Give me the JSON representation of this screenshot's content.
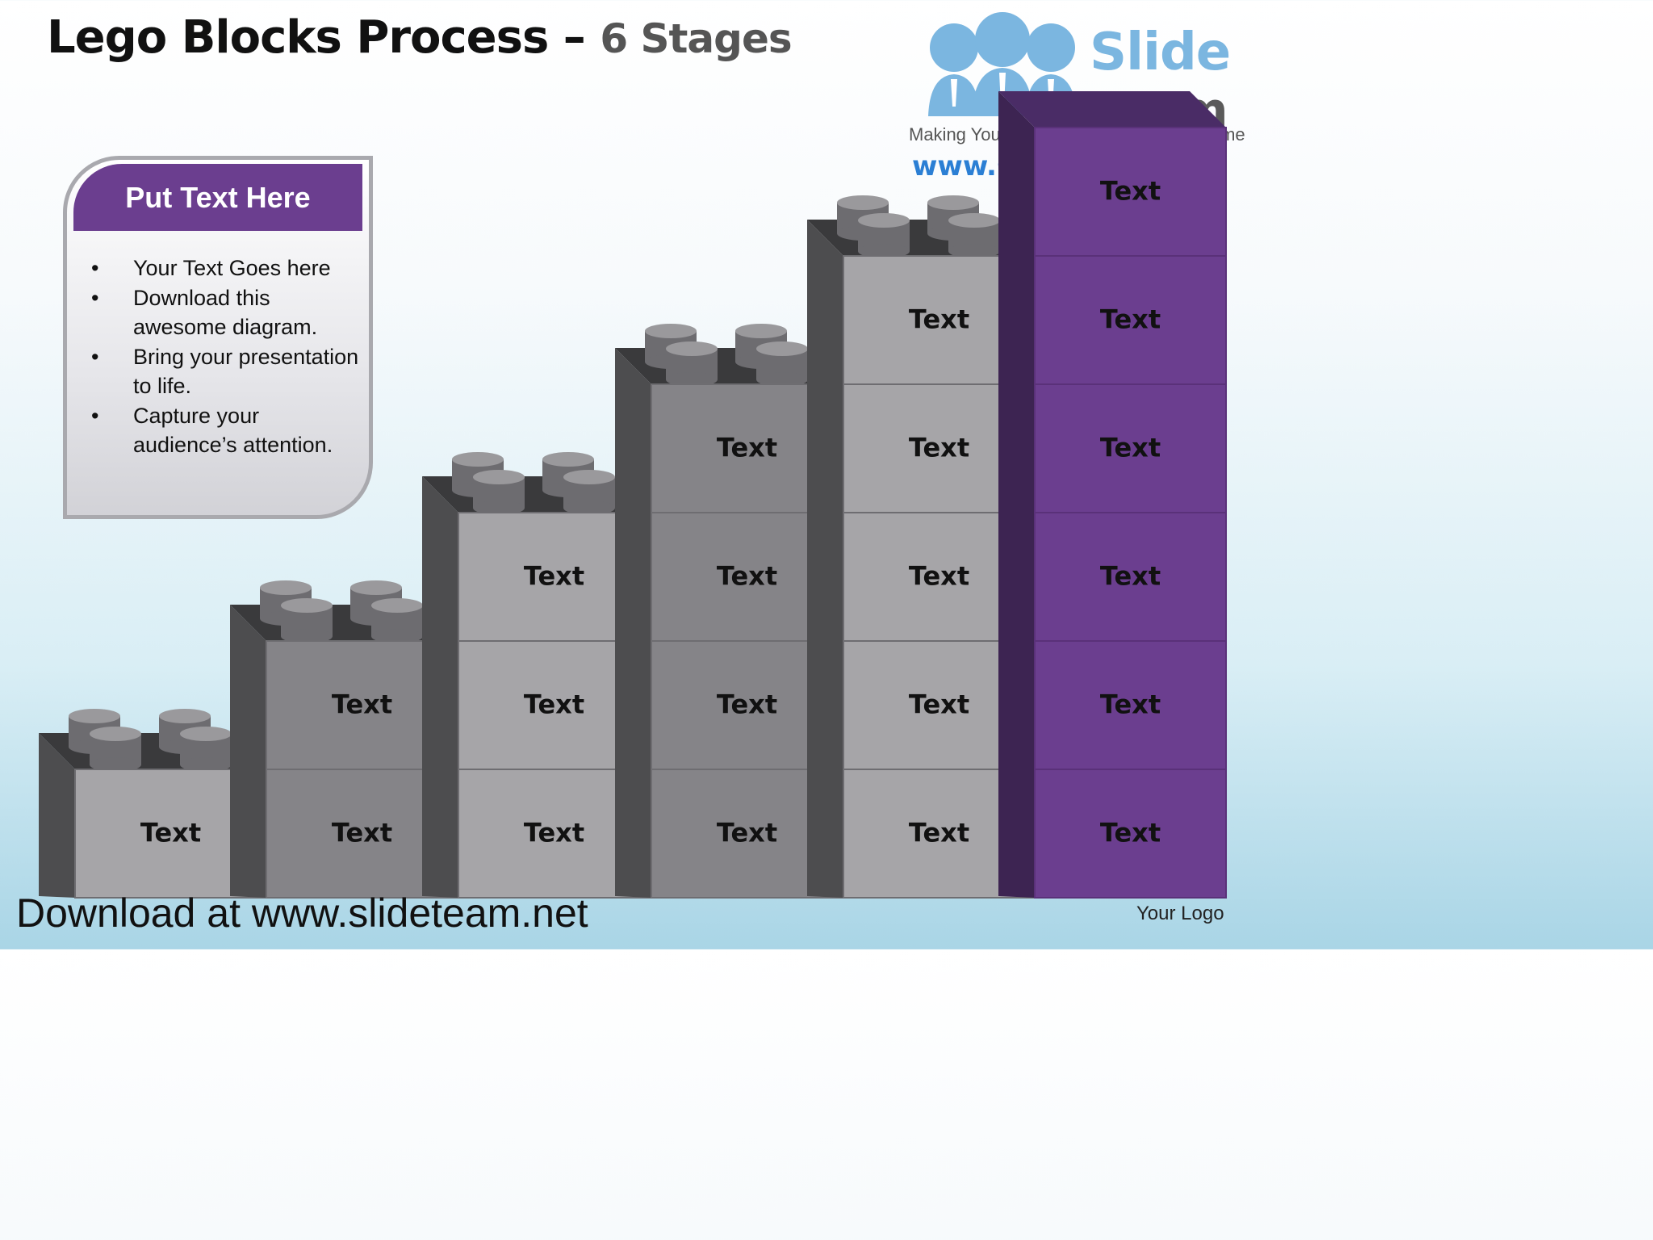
{
  "title": {
    "main": "Lego Blocks Process –",
    "sub": "6 Stages"
  },
  "logo": {
    "word1": "Slide",
    "word2": "Team",
    "tagline": "Making Your Presentations Look Awesome",
    "url": "www.slideteam.net"
  },
  "callout": {
    "heading": "Put Text Here",
    "bullets": [
      "Your Text Goes here",
      "Download this awesome diagram.",
      "Bring your presentation to life.",
      "Capture your audience’s attention."
    ]
  },
  "diagram": {
    "stages": [
      {
        "blocks": [
          "Text"
        ]
      },
      {
        "blocks": [
          "Text",
          "Text"
        ]
      },
      {
        "blocks": [
          "Text",
          "Text",
          "Text"
        ]
      },
      {
        "blocks": [
          "Text",
          "Text",
          "Text",
          "Text"
        ]
      },
      {
        "blocks": [
          "Text",
          "Text",
          "Text",
          "Text",
          "Text"
        ]
      },
      {
        "blocks": [
          "Text",
          "Text",
          "Text",
          "Text",
          "Text",
          "Text"
        ]
      }
    ],
    "colors": {
      "light_gray": "#a6a5a8",
      "dark_gray": "#858488",
      "side": "#4d4d4f",
      "top": "#3a3a3c",
      "purple": "#6b3e8f"
    }
  },
  "footer": {
    "download": "Download at www.slideteam.net",
    "your_logo": "Your Logo"
  }
}
